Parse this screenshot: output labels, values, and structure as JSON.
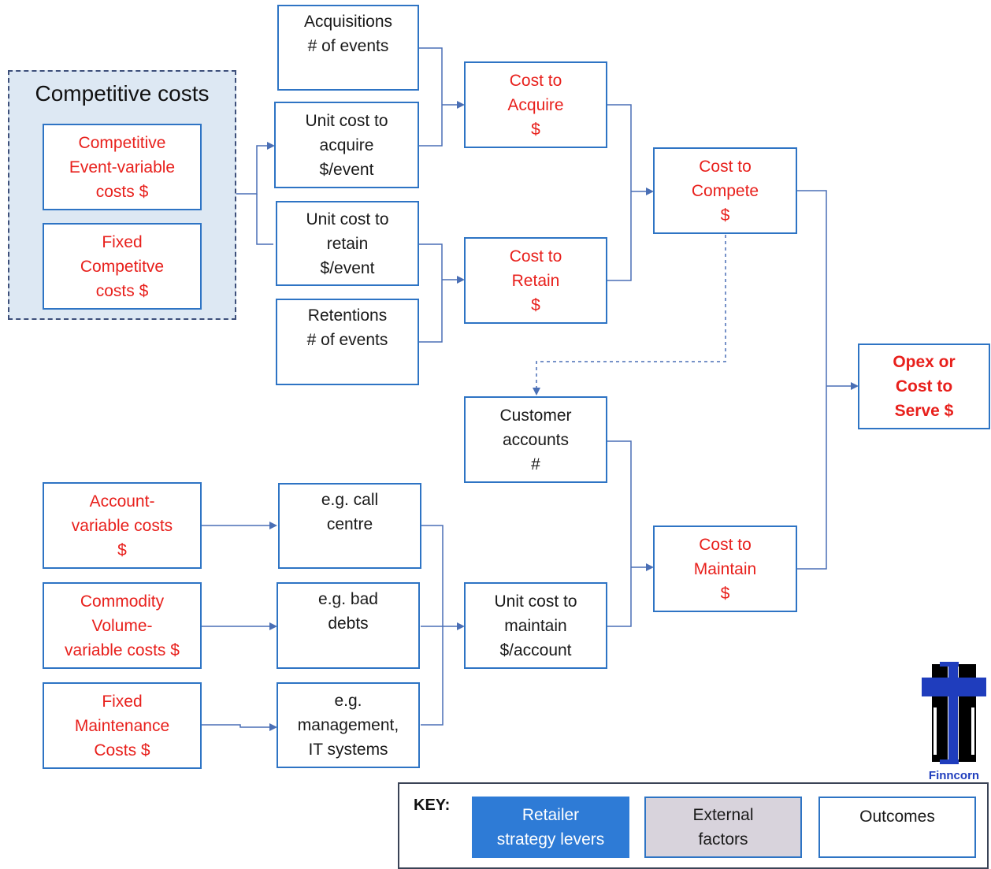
{
  "group": {
    "title": "Competitive costs"
  },
  "nodes": {
    "competitive_event_variable": [
      "Competitive",
      "Event-variable",
      "costs $"
    ],
    "fixed_competitive": [
      "Fixed",
      "Competitve",
      "costs $"
    ],
    "acquisitions": [
      "Acquisitions",
      "# of events"
    ],
    "unit_cost_acquire": [
      "Unit cost to",
      "acquire",
      "$/event"
    ],
    "unit_cost_retain": [
      "Unit cost to",
      "retain",
      "$/event"
    ],
    "retentions": [
      "Retentions",
      "# of events"
    ],
    "cost_to_acquire": [
      "Cost to",
      "Acquire",
      "$"
    ],
    "cost_to_retain": [
      "Cost to",
      "Retain",
      "$"
    ],
    "cost_to_compete": [
      "Cost to",
      "Compete",
      "$"
    ],
    "customer_accounts": [
      "Customer",
      "accounts",
      "#"
    ],
    "account_variable": [
      "Account-",
      "variable costs",
      "$"
    ],
    "commodity_volume": [
      "Commodity",
      "Volume-",
      "variable costs $"
    ],
    "fixed_maintenance": [
      "Fixed",
      "Maintenance",
      "Costs $"
    ],
    "call_centre": [
      "e.g. call",
      "centre"
    ],
    "bad_debts": [
      "e.g. bad",
      "debts"
    ],
    "management": [
      "e.g.",
      "management,",
      "IT systems"
    ],
    "unit_cost_maintain": [
      "Unit cost to",
      "maintain",
      "$/account"
    ],
    "cost_to_maintain": [
      "Cost to",
      "Maintain",
      "$"
    ],
    "opex": [
      "Opex or",
      "Cost to",
      "Serve $"
    ]
  },
  "key": {
    "title": "KEY:",
    "levers": [
      "Retailer",
      "strategy levers"
    ],
    "external": [
      "External",
      "factors"
    ],
    "outcomes": [
      "Outcomes"
    ]
  },
  "logo": {
    "text": "Finncorn"
  },
  "colors": {
    "node_border": "#2e74c4",
    "outcome_text": "#e8201c",
    "connector": "#4a6fb5",
    "group_fill": "#dde8f3",
    "lever_fill": "#2e7bd6",
    "external_fill": "#d8d3dc",
    "logo_blue": "#1f3dbd"
  }
}
